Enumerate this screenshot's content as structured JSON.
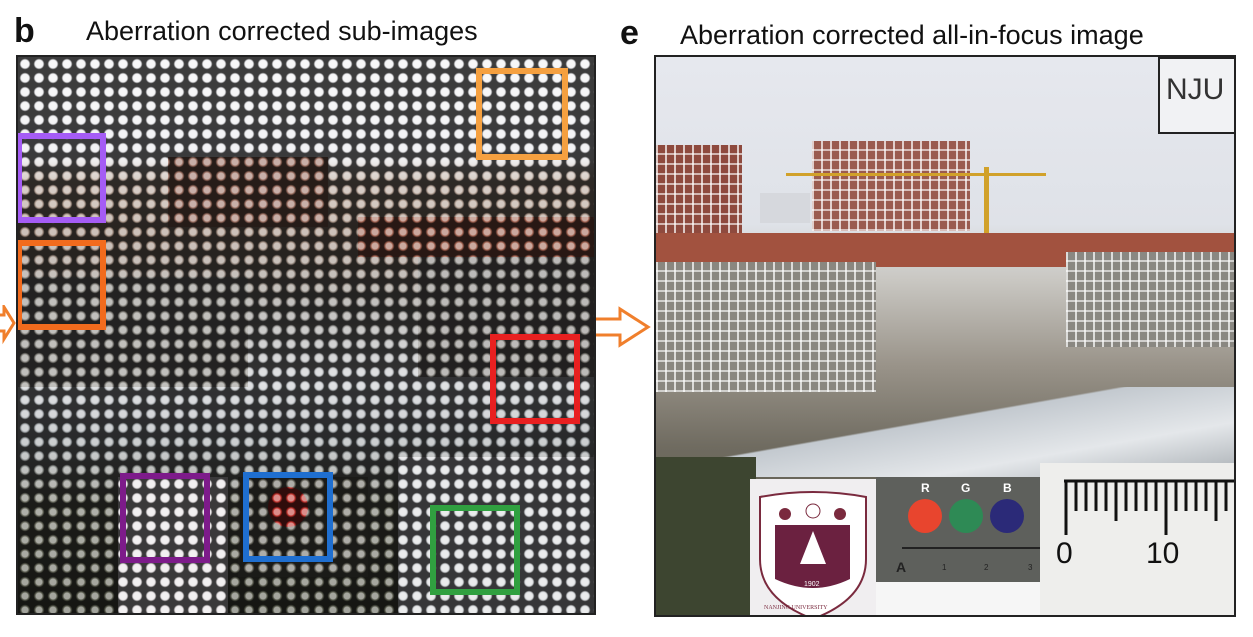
{
  "panels": [
    {
      "letter": "b",
      "title": "Aberration corrected sub-images"
    },
    {
      "letter": "e",
      "title": "Aberration corrected all-in-focus image"
    }
  ],
  "right_image": {
    "corner_label": "NJU",
    "rgb_card": {
      "labels": [
        "R",
        "G",
        "B"
      ],
      "bottom_labels": [
        "A",
        "1",
        "2",
        "3"
      ],
      "colors": [
        "#e8452e",
        "#2e8a55",
        "#2b2a78"
      ]
    },
    "emblem": {
      "text": "NANJING UNIVERSITY",
      "year": "1902"
    },
    "ruler": {
      "labels": [
        "0",
        "10"
      ]
    }
  },
  "highlight_colors": [
    "#a55cf5",
    "#f26b1d",
    "#f5a040",
    "#e82020",
    "#7d1b8a",
    "#1f6fd0",
    "#30a040"
  ],
  "arrow_color": "#f07f2c"
}
